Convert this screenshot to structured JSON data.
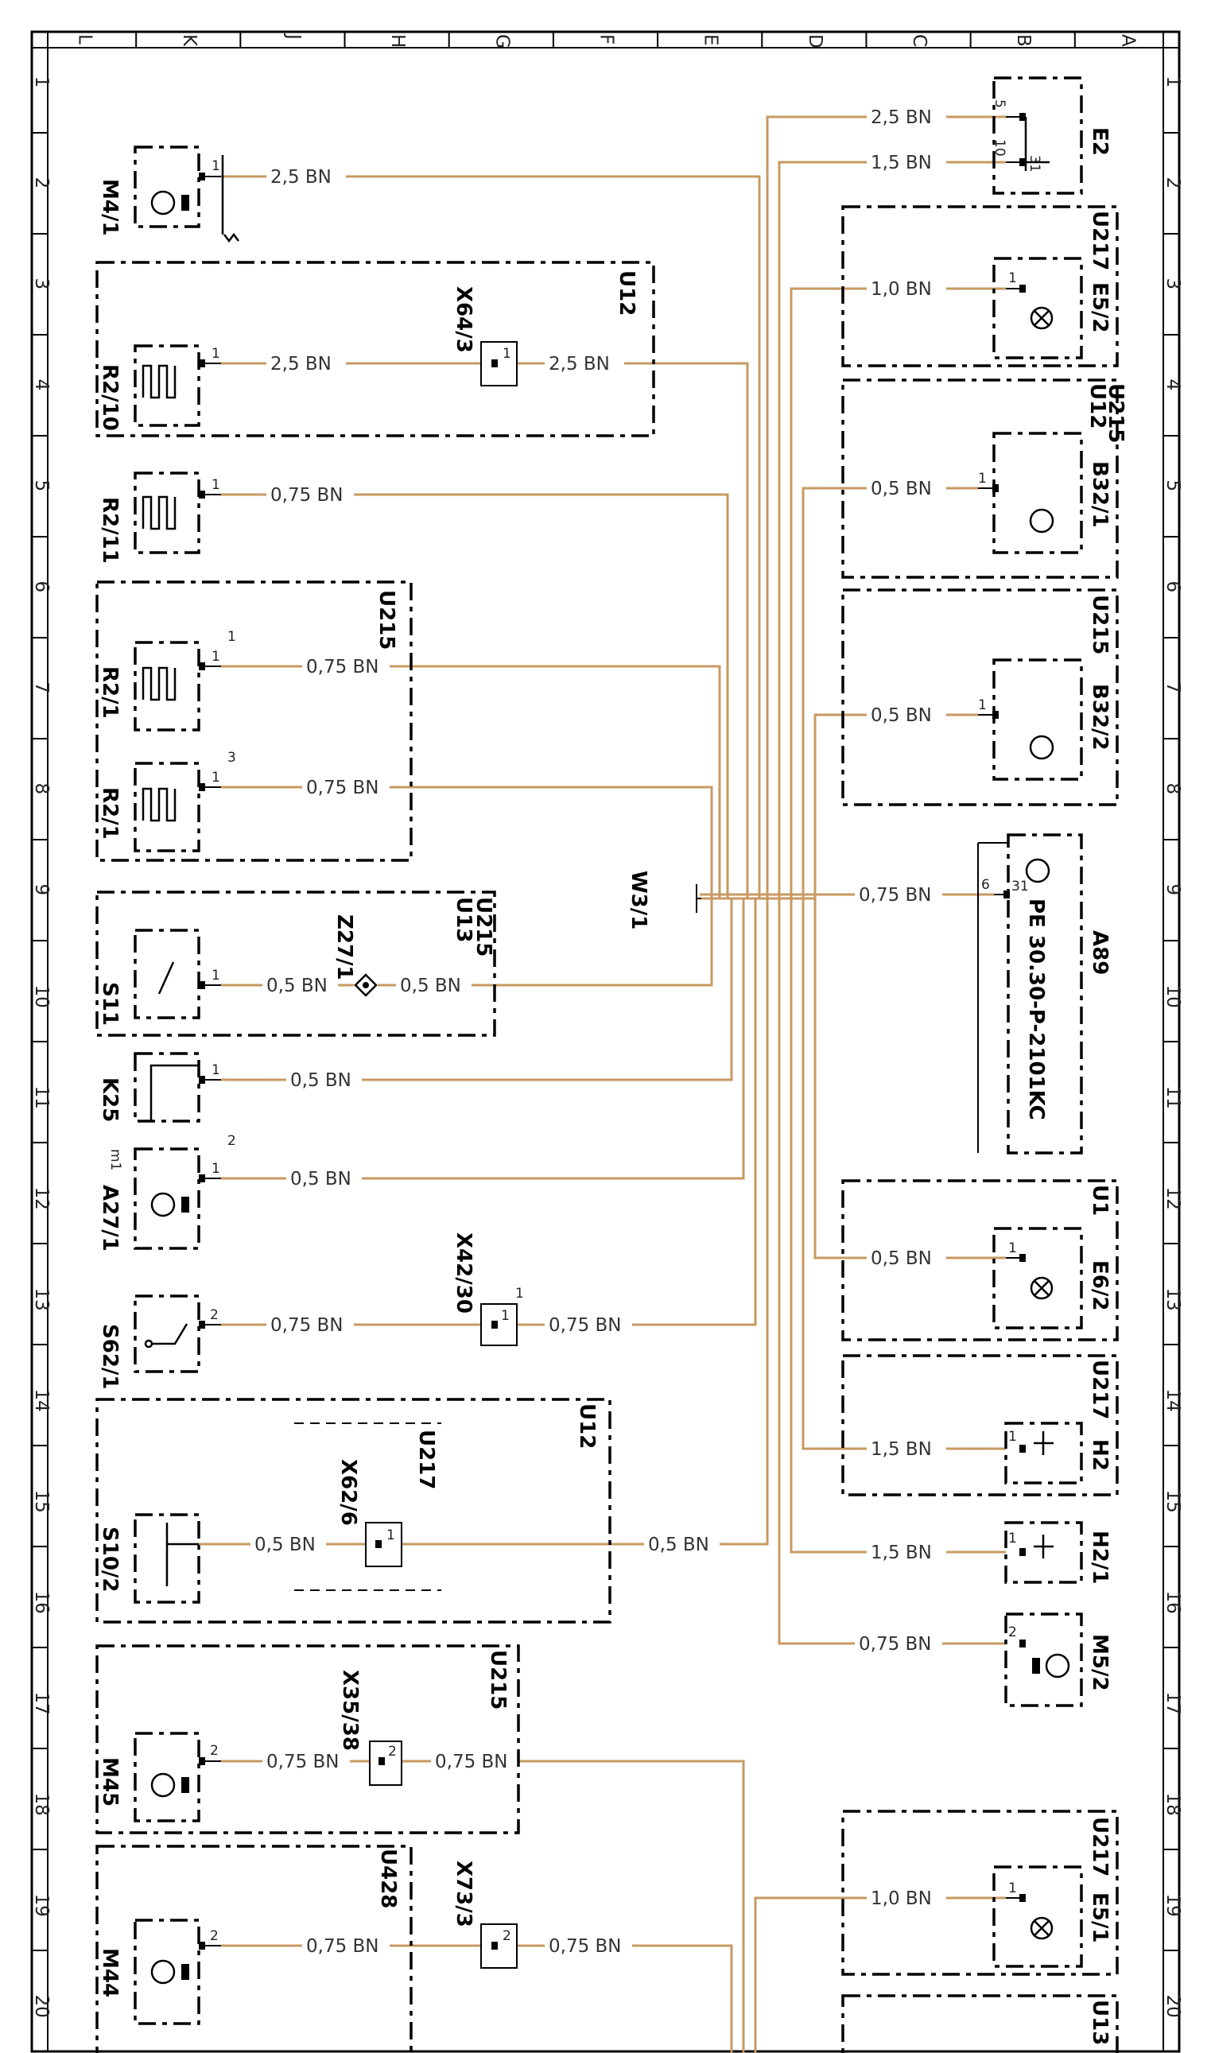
{
  "columns": [
    "L",
    "K",
    "J",
    "H",
    "G",
    "F",
    "E",
    "D",
    "C",
    "B",
    "A"
  ],
  "rows": [
    "1",
    "2",
    "3",
    "4",
    "5",
    "6",
    "7",
    "8",
    "9",
    "10",
    "11",
    "12",
    "13",
    "14",
    "15",
    "16",
    "17",
    "18",
    "19",
    "20"
  ],
  "splice": "W3/1",
  "modules": {
    "u12_top": "U12",
    "u215_r2": "U215",
    "u215_s11": "U215",
    "u13_s11": "U13",
    "u12_s10": "U12",
    "u217_s10": "U217",
    "u215_m45": "U215",
    "u428": "U428",
    "u217_e52": "U217",
    "u215_b321": "U215",
    "u12_b321": "U12",
    "u215_b322": "U215",
    "u1_e62": "U1",
    "u217_h2": "U217",
    "u217_e51": "U217",
    "u13_bottom": "U13"
  },
  "left": {
    "m41": {
      "name": "M4/1",
      "pin": "1",
      "wire": "2,5 BN"
    },
    "r210": {
      "name": "R2/10",
      "pin": "1",
      "wire1": "2,5 BN",
      "conn": "X64/3",
      "conn_pin": "1",
      "wire2": "2,5 BN"
    },
    "r211": {
      "name": "R2/11",
      "pin": "1",
      "wire": "0,75 BN"
    },
    "r21a": {
      "name": "R2/1",
      "pin": "1",
      "outer_pin": "1",
      "wire": "0,75 BN"
    },
    "r21b": {
      "name": "R2/1",
      "pin": "1",
      "outer_pin": "3",
      "wire": "0,75 BN"
    },
    "s11": {
      "name": "S11",
      "pin": "1",
      "wire1": "0,5 BN",
      "conn": "Z27/1",
      "wire2": "0,5 BN"
    },
    "k25": {
      "name": "K25",
      "pin": "1",
      "wire": "0,5 BN"
    },
    "a271": {
      "name": "A27/1",
      "pin": "1",
      "outer_pin": "2",
      "tag": "m1",
      "wire": "0,5 BN"
    },
    "s621": {
      "name": "S62/1",
      "pin": "2",
      "wire1": "0,75 BN",
      "conn": "X42/30",
      "conn_pin": "1",
      "conn_outer": "1",
      "wire2": "0,75 BN"
    },
    "s102": {
      "name": "S10/2",
      "wire1": "0,5 BN",
      "conn": "X62/6",
      "conn_pin": "1",
      "wire2": "0,5 BN"
    },
    "m45": {
      "name": "M45",
      "pin": "2",
      "wire1": "0,75 BN",
      "conn": "X35/38",
      "conn_pin": "2",
      "wire2": "0,75 BN"
    },
    "m44": {
      "name": "M44",
      "pin": "2",
      "wire1": "0,75 BN",
      "conn": "X73/3",
      "conn_pin": "2",
      "wire2": "0,75 BN"
    }
  },
  "right": {
    "e2": {
      "name": "E2",
      "pin_a": "5",
      "pin_b": "10",
      "pin_c": "31",
      "wire_a": "2,5 BN",
      "wire_b": "1,5 BN"
    },
    "e52": {
      "name": "E5/2",
      "pin": "1",
      "wire": "1,0 BN"
    },
    "b321": {
      "name": "B32/1",
      "pin": "1",
      "wire": "0,5 BN"
    },
    "b322": {
      "name": "B32/2",
      "pin": "1",
      "wire": "0,5 BN"
    },
    "a89": {
      "name": "A89",
      "text": "PE 30.30-P-2101KC",
      "pin_a": "6",
      "pin_b": "31",
      "wire": "0,75 BN"
    },
    "e62": {
      "name": "E6/2",
      "pin": "1",
      "wire": "0,5 BN"
    },
    "h2": {
      "name": "H2",
      "pin": "1",
      "wire": "1,5 BN"
    },
    "h21": {
      "name": "H2/1",
      "pin": "1",
      "wire": "1,5 BN"
    },
    "m52": {
      "name": "M5/2",
      "pin": "2",
      "wire": "0,75 BN"
    },
    "e51": {
      "name": "E5/1",
      "pin": "1",
      "wire": "1,0 BN"
    }
  }
}
